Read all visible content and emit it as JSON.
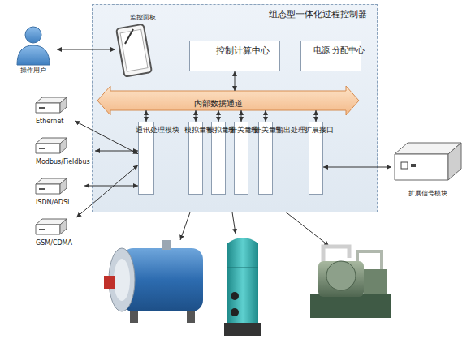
{
  "diagram": {
    "nodes": [
      {
        "text": [
          "操作用户"
        ]
      },
      {
        "text": [
          "组态型一体化过程控制器"
        ]
      },
      {
        "text": [
          "监控面板"
        ],
        "in": 1
      },
      {
        "text": [
          "控制计算中心"
        ],
        "in": 1
      },
      {
        "text": [
          "电源 分配中心"
        ],
        "in": 1
      },
      {
        "text": [
          "内部数据通道"
        ],
        "in": 1
      },
      {
        "text": [
          "通讯处理模块"
        ],
        "in": 1
      },
      {
        "text": [
          "模拟量输入处理"
        ],
        "in": 1
      },
      {
        "text": [
          "模拟量输出处理"
        ],
        "in": 1
      },
      {
        "text": [
          "开关量输入处理"
        ],
        "in": 1
      },
      {
        "text": [
          "开关量输出处理"
        ],
        "in": 1
      },
      {
        "text": [
          "扩展接口"
        ],
        "in": 1
      },
      {
        "text": [
          "Ethernet"
        ]
      },
      {
        "text": [
          "Modbus/Fieldbus"
        ]
      },
      {
        "text": [
          "ISDN/ADSL"
        ]
      },
      {
        "text": [
          "GSM/CDMA"
        ]
      },
      {
        "text": [
          "扩展信号模块"
        ]
      }
    ],
    "edges": [
      {
        "from": 0,
        "to": 2,
        "arrow": "both"
      },
      {
        "from": 3,
        "to": 5,
        "arrow": "both"
      },
      {
        "from": 5,
        "to": 6,
        "arrow": "both"
      },
      {
        "from": 5,
        "to": 7,
        "arrow": "both"
      },
      {
        "from": 5,
        "to": 8,
        "arrow": "both"
      },
      {
        "from": 5,
        "to": 9,
        "arrow": "both"
      },
      {
        "from": 5,
        "to": 10,
        "arrow": "both"
      },
      {
        "from": 5,
        "to": 11,
        "arrow": "both"
      },
      {
        "from": 6,
        "to": 12,
        "arrow": "both"
      },
      {
        "from": 6,
        "to": 13,
        "arrow": "both"
      },
      {
        "from": 6,
        "to": 14,
        "arrow": "both"
      },
      {
        "from": 6,
        "to": 15,
        "arrow": "both"
      },
      {
        "from": 11,
        "to": 16,
        "arrow": "both"
      }
    ]
  }
}
